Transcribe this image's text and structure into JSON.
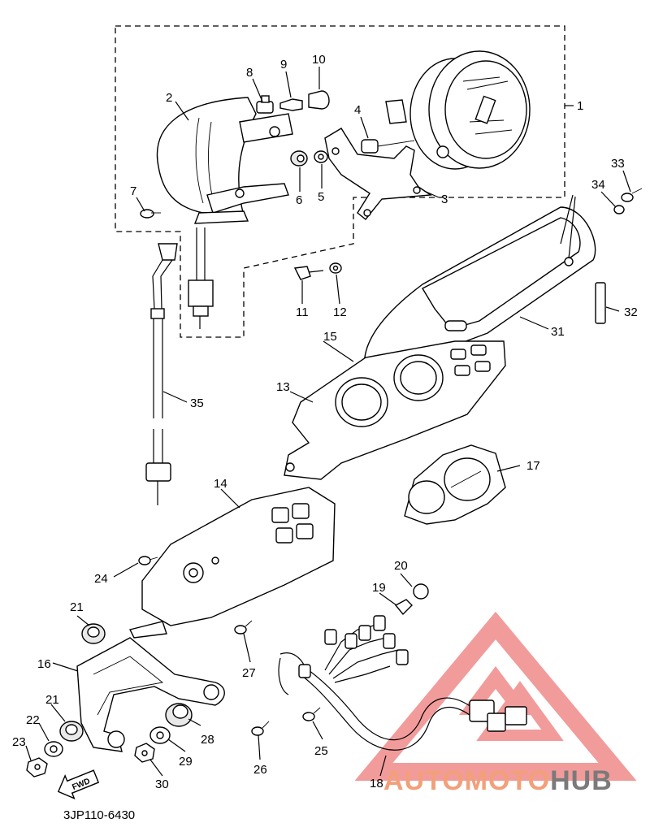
{
  "diagram": {
    "code": "3JP110-6430",
    "fwd_label": "FWD",
    "watermark": {
      "text_auto": "AUTO",
      "text_moto": "MOTO",
      "text_hub": "HUB",
      "color_primary": "#f2a07a",
      "color_secondary": "#7a7a7a",
      "logo_color": "#f08a8a"
    },
    "labels": {
      "p1": "1",
      "p2": "2",
      "p3": "3",
      "p4": "4",
      "p5": "5",
      "p6": "6",
      "p7": "7",
      "p8": "8",
      "p9": "9",
      "p10": "10",
      "p11": "11",
      "p12": "12",
      "p13": "13",
      "p14": "14",
      "p15": "15",
      "p16": "16",
      "p17": "17",
      "p18": "18",
      "p19": "19",
      "p20": "20",
      "p21a": "21",
      "p21b": "21",
      "p22": "22",
      "p23": "23",
      "p24": "24",
      "p25": "25",
      "p26": "26",
      "p27": "27",
      "p28": "28",
      "p29": "29",
      "p30": "30",
      "p31": "31",
      "p32": "32",
      "p33": "33",
      "p34": "34",
      "p35": "35"
    }
  }
}
